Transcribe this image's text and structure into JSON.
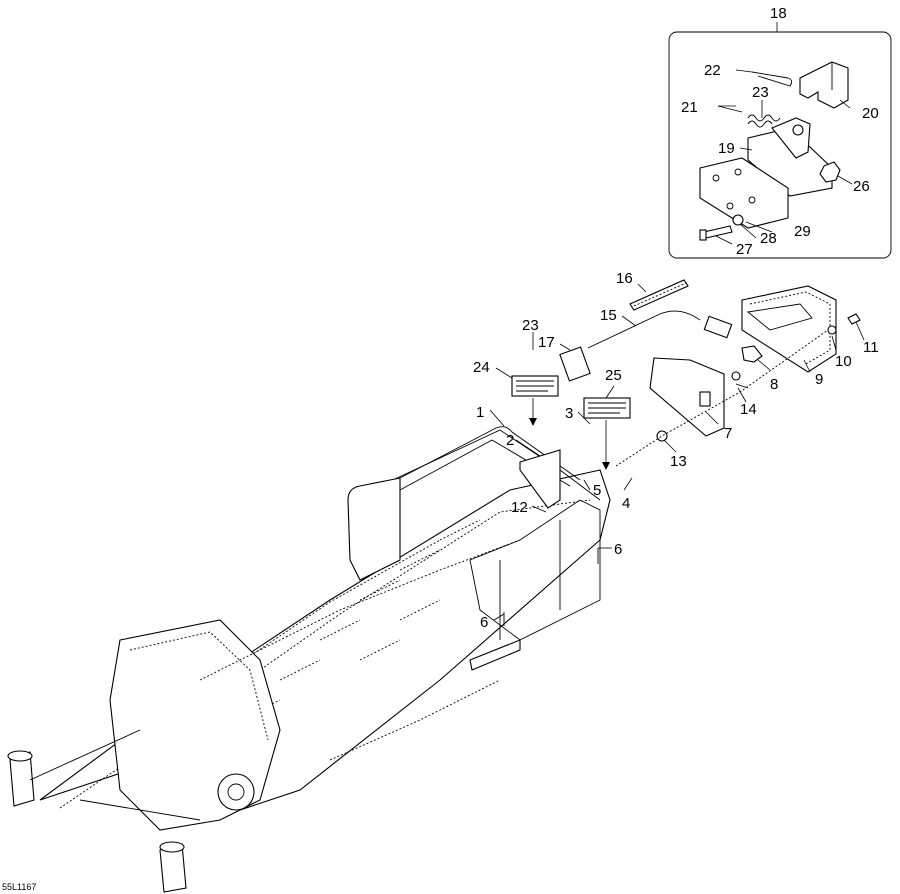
{
  "drawing_code": "55L1167",
  "parts": [
    {
      "num": "1"
    },
    {
      "num": "2"
    },
    {
      "num": "3"
    },
    {
      "num": "4"
    },
    {
      "num": "5"
    },
    {
      "num": "6"
    },
    {
      "num": "6"
    },
    {
      "num": "7"
    },
    {
      "num": "8"
    },
    {
      "num": "9"
    },
    {
      "num": "10"
    },
    {
      "num": "11"
    },
    {
      "num": "12"
    },
    {
      "num": "13"
    },
    {
      "num": "14"
    },
    {
      "num": "15"
    },
    {
      "num": "16"
    },
    {
      "num": "17"
    },
    {
      "num": "18"
    },
    {
      "num": "19"
    },
    {
      "num": "20"
    },
    {
      "num": "21"
    },
    {
      "num": "22"
    },
    {
      "num": "23"
    },
    {
      "num": "23"
    },
    {
      "num": "24"
    },
    {
      "num": "25"
    },
    {
      "num": "26"
    },
    {
      "num": "27"
    },
    {
      "num": "28"
    },
    {
      "num": "29"
    }
  ]
}
